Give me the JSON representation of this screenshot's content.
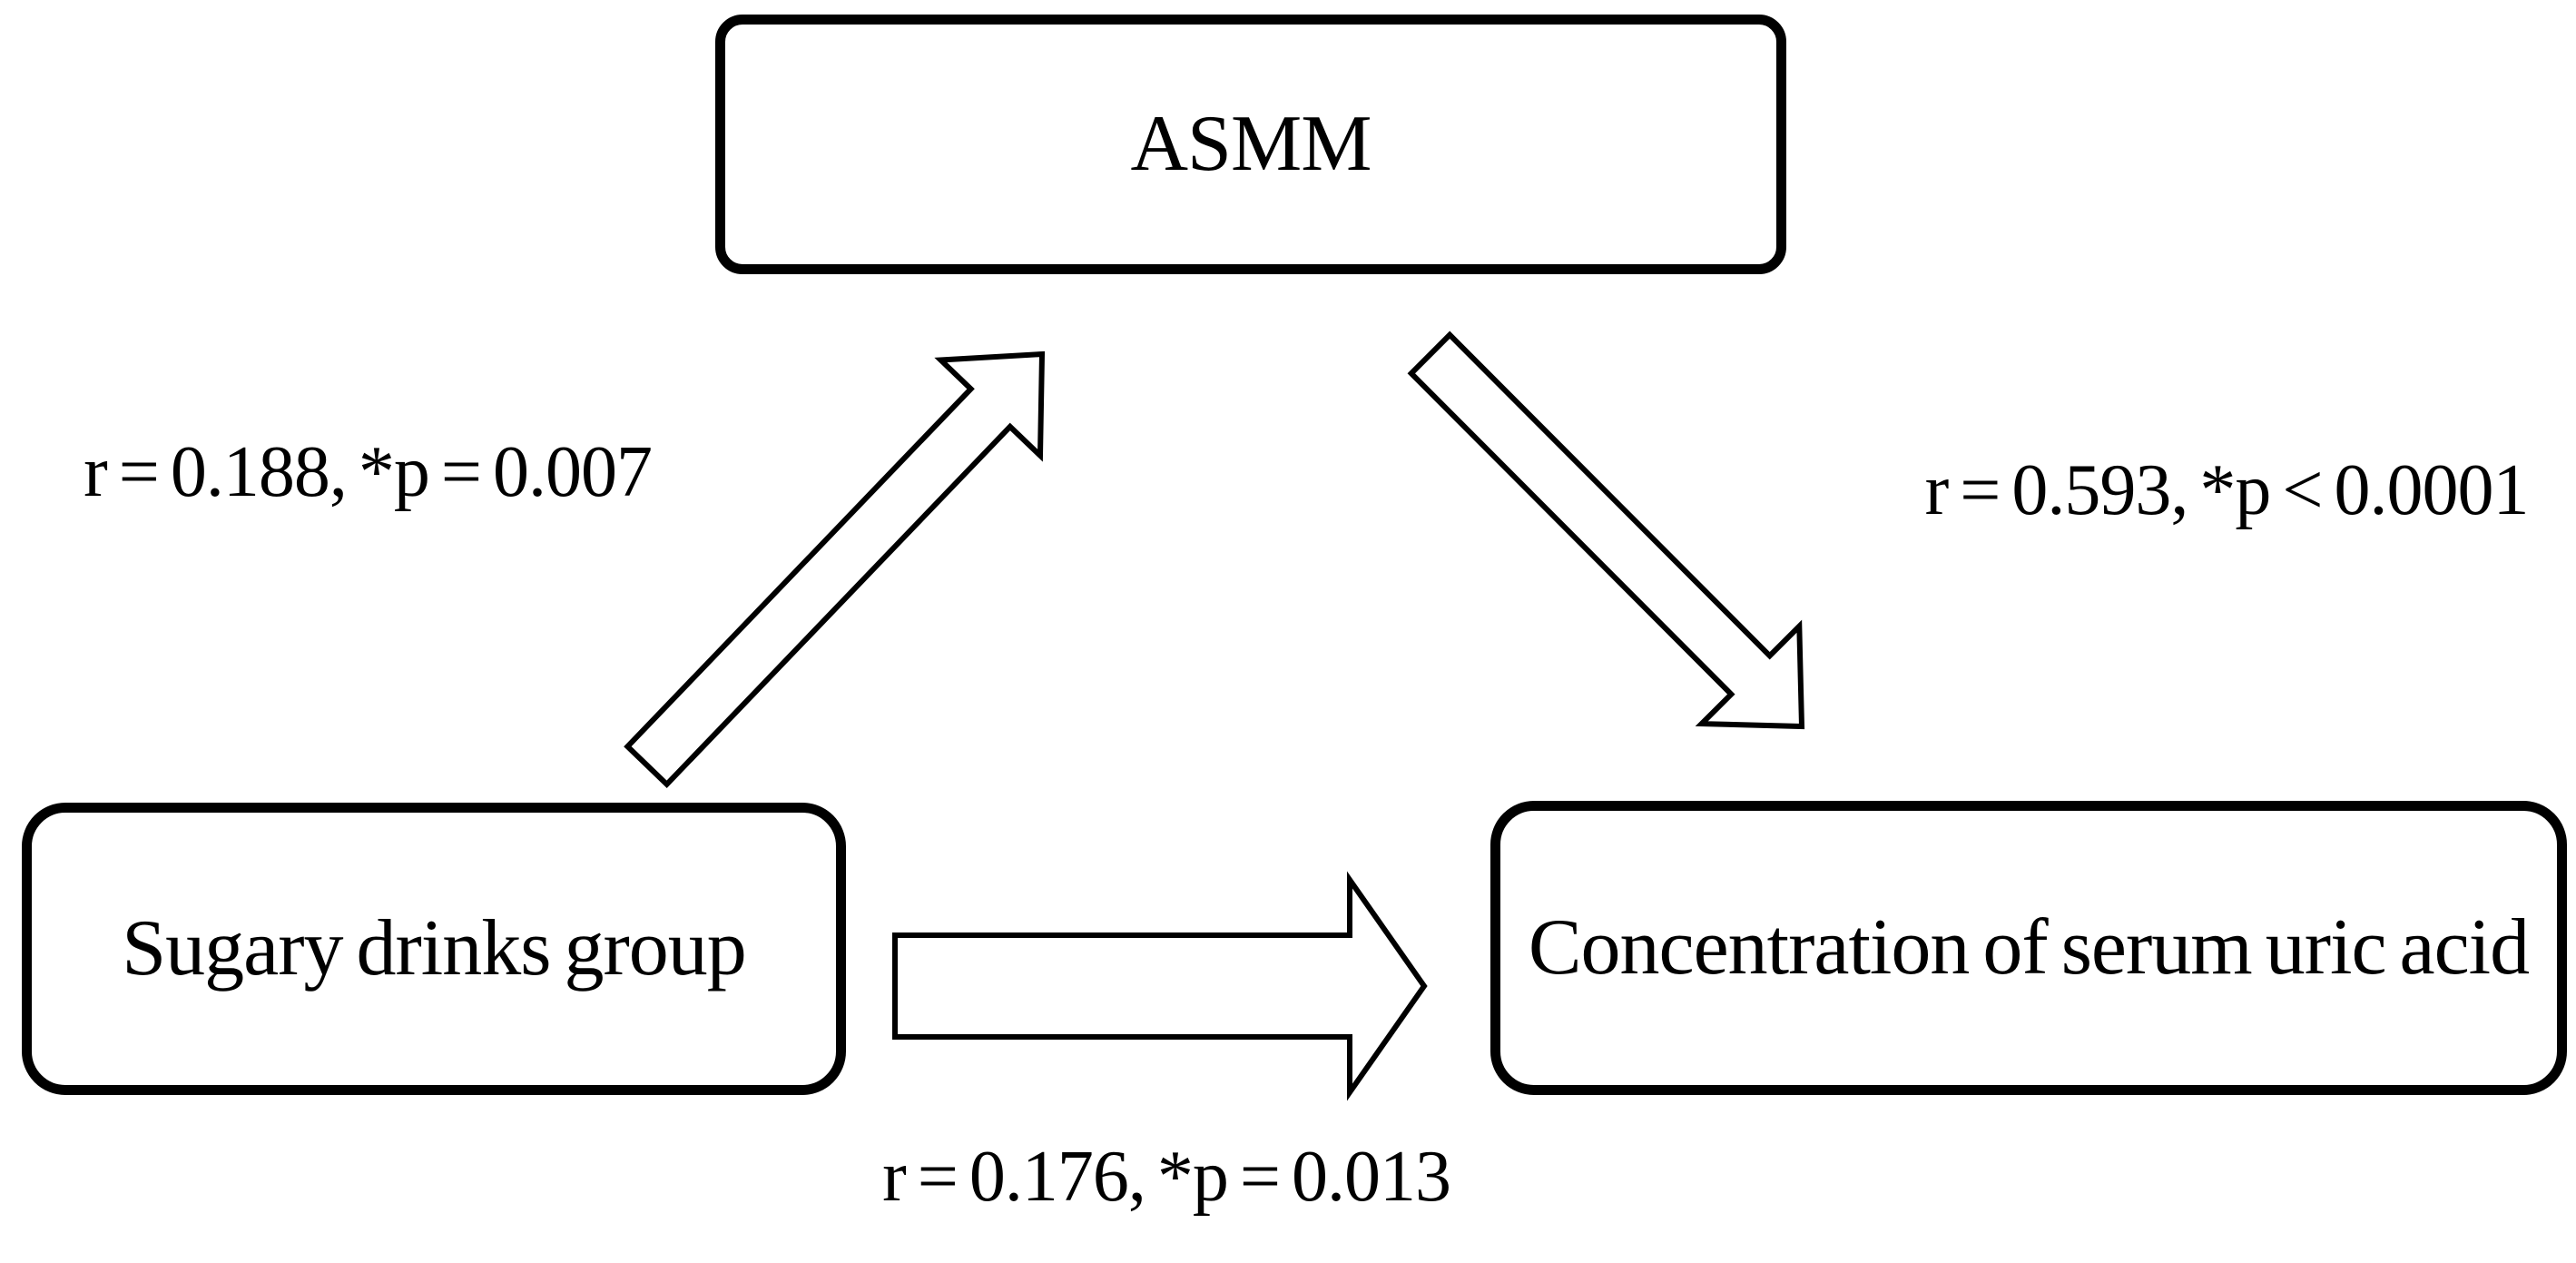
{
  "diagram": {
    "type": "mediation-path-diagram",
    "colors": {
      "background": "#ffffff",
      "line": "#000000",
      "text": "#000000",
      "node_fill": "#ffffff"
    },
    "nodes": {
      "asmm": {
        "label": "ASMM"
      },
      "sugary_drinks": {
        "label": "Sugary drinks group"
      },
      "serum_uric_acid": {
        "label": "Concentration of serum uric acid"
      }
    },
    "edges": {
      "sugary_to_asmm": {
        "from": "sugary_drinks",
        "to": "asmm",
        "label": "r = 0.188, *p = 0.007",
        "arrow_icon": "up-right-block-arrow"
      },
      "asmm_to_uric": {
        "from": "asmm",
        "to": "serum_uric_acid",
        "label": "r = 0.593, *p < 0.0001",
        "arrow_icon": "down-right-block-arrow"
      },
      "sugary_to_uric": {
        "from": "sugary_drinks",
        "to": "serum_uric_acid",
        "label": "r = 0.176, *p = 0.013",
        "arrow_icon": "right-block-arrow"
      }
    }
  }
}
